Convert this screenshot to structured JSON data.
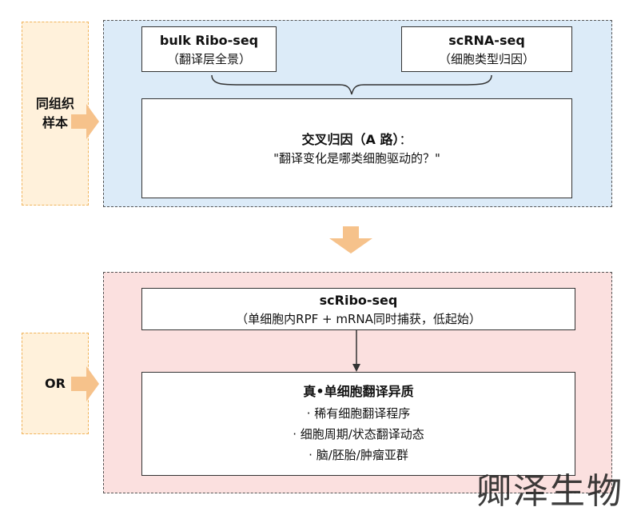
{
  "side_labels": {
    "top": [
      "同组织",
      "样本"
    ],
    "bottom": "OR"
  },
  "top_panel": {
    "box_left": {
      "title": "bulk Ribo-seq",
      "sub": "（翻译层全景）"
    },
    "box_right": {
      "title": "scRNA-seq",
      "sub": "（细胞类型归因）"
    },
    "main_box": {
      "title": "交叉归因（A 路）",
      "title_suffix": "：",
      "sub": "\"翻译变化是哪类细胞驱动的？\""
    }
  },
  "bottom_panel": {
    "box_top": {
      "title": "scRibo-seq",
      "sub": "（单细胞内RPF + mRNA同时捕获，低起始）"
    },
    "box_bottom": {
      "title": "真•单细胞翻译异质",
      "items": [
        "· 稀有细胞翻译程序",
        "· 细胞周期/状态翻译动态",
        "· 脑/胚胎/肿瘤亚群"
      ]
    }
  },
  "watermark": "卿泽生物",
  "colors": {
    "arrow": "#f6c28b",
    "side_label_bg": "#fff1db",
    "side_label_border": "#f0b35a",
    "top_panel_bg": "#dcebf8",
    "bottom_panel_bg": "#fbe0df"
  }
}
